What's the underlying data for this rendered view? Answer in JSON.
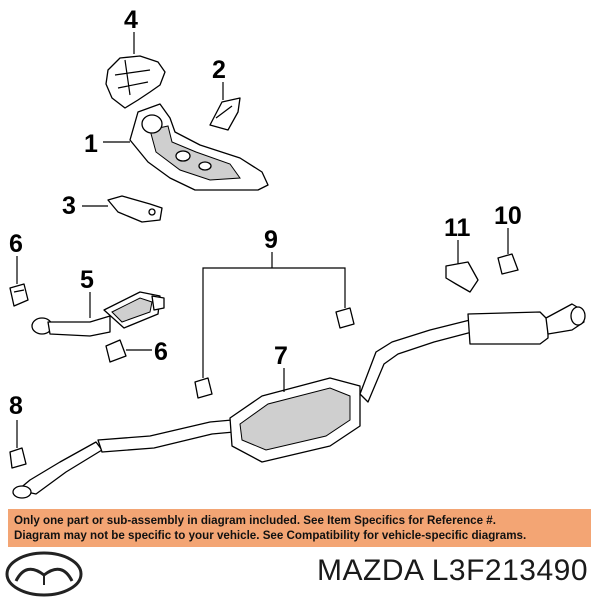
{
  "callouts": {
    "c1": "1",
    "c2": "2",
    "c3": "3",
    "c4": "4",
    "c5": "5",
    "c6a": "6",
    "c6b": "6",
    "c7": "7",
    "c8": "8",
    "c9": "9",
    "c10": "10",
    "c11": "11"
  },
  "notice": {
    "line1": "Only one part or sub-assembly in diagram included. See Item Specifics for Reference #.",
    "line2": "Diagram may not be specific to your vehicle. See Compatibility for vehicle-specific diagrams."
  },
  "brand": {
    "text": "MAZDA L3F213490",
    "logo_icon": "mazda-logo-icon"
  },
  "colors": {
    "notice_background": "#f3a574"
  }
}
